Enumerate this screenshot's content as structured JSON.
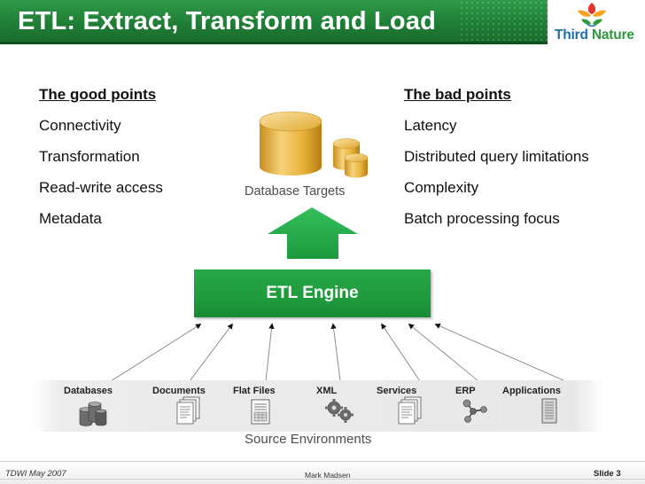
{
  "title": "ETL: Extract, Transform and Load",
  "logo": {
    "text": "Third Nature",
    "colors": [
      "#e2342a",
      "#f7a21b",
      "#2d9a3e",
      "#1d6ea8"
    ]
  },
  "good_points": {
    "heading": "The good points",
    "items": [
      "Connectivity",
      "Transformation",
      "Read-write access",
      "Metadata"
    ]
  },
  "bad_points": {
    "heading": "The bad points",
    "items": [
      "Latency",
      "Distributed query limitations",
      "Complexity",
      "Batch processing focus"
    ]
  },
  "targets": {
    "label": "Database Targets",
    "icon": "database-cylinders-icon"
  },
  "engine": {
    "label": "ETL Engine"
  },
  "sources": {
    "label": "Source Environments",
    "items": [
      {
        "label": "Databases",
        "icon": "databases-icon"
      },
      {
        "label": "Documents",
        "icon": "documents-icon"
      },
      {
        "label": "Flat Files",
        "icon": "flat-files-icon"
      },
      {
        "label": "XML",
        "icon": "xml-gears-icon"
      },
      {
        "label": "Services",
        "icon": "services-icon"
      },
      {
        "label": "ERP",
        "icon": "erp-network-icon"
      },
      {
        "label": "Applications",
        "icon": "applications-icon"
      }
    ]
  },
  "footer": {
    "left": "TDWI May 2007",
    "center": "Mark Madsen",
    "right": "Slide 3"
  },
  "colors": {
    "title_green": "#1e7d35",
    "engine_green": "#1f9a3c",
    "arrow_green": "#22a84a",
    "cylinder_gold": "#e8b23a"
  }
}
